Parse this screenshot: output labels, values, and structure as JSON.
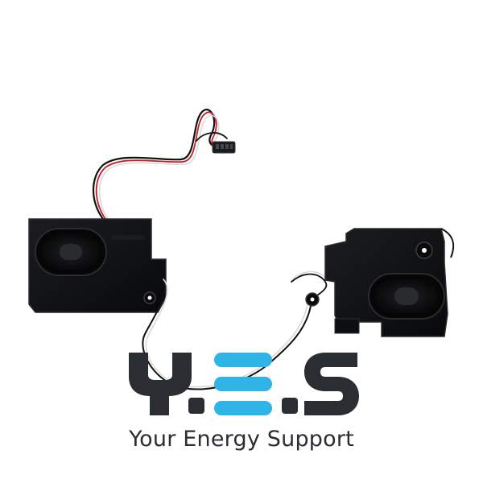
{
  "product": {
    "subject": "laptop-speaker-pair",
    "colors": {
      "speaker_body": "#0d0e10",
      "speaker_edge": "#2b2d31",
      "wire_red": "#c21f2b",
      "wire_white": "#e8e8e8",
      "wire_black": "#111111"
    }
  },
  "logo": {
    "letters": [
      "Y",
      ".",
      "E",
      ".",
      "S"
    ],
    "tagline": "Your Energy Support",
    "colors": {
      "dark": "#2a2d31",
      "accent": "#2fb4e8"
    }
  }
}
